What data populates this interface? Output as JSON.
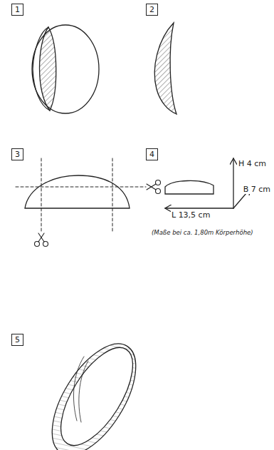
{
  "diagram": {
    "nodes": [
      {
        "text": [
          "1"
        ]
      },
      {
        "text": [
          "2"
        ]
      },
      {
        "text": [
          "3"
        ]
      },
      {
        "text": [
          "4"
        ]
      },
      {
        "text": [
          "5"
        ]
      }
    ],
    "labels": [
      "H 4 cm",
      "B 7 cm",
      "L 13,5 cm",
      "(Maße bei ca. 1,80m Körperhöhe)"
    ]
  }
}
